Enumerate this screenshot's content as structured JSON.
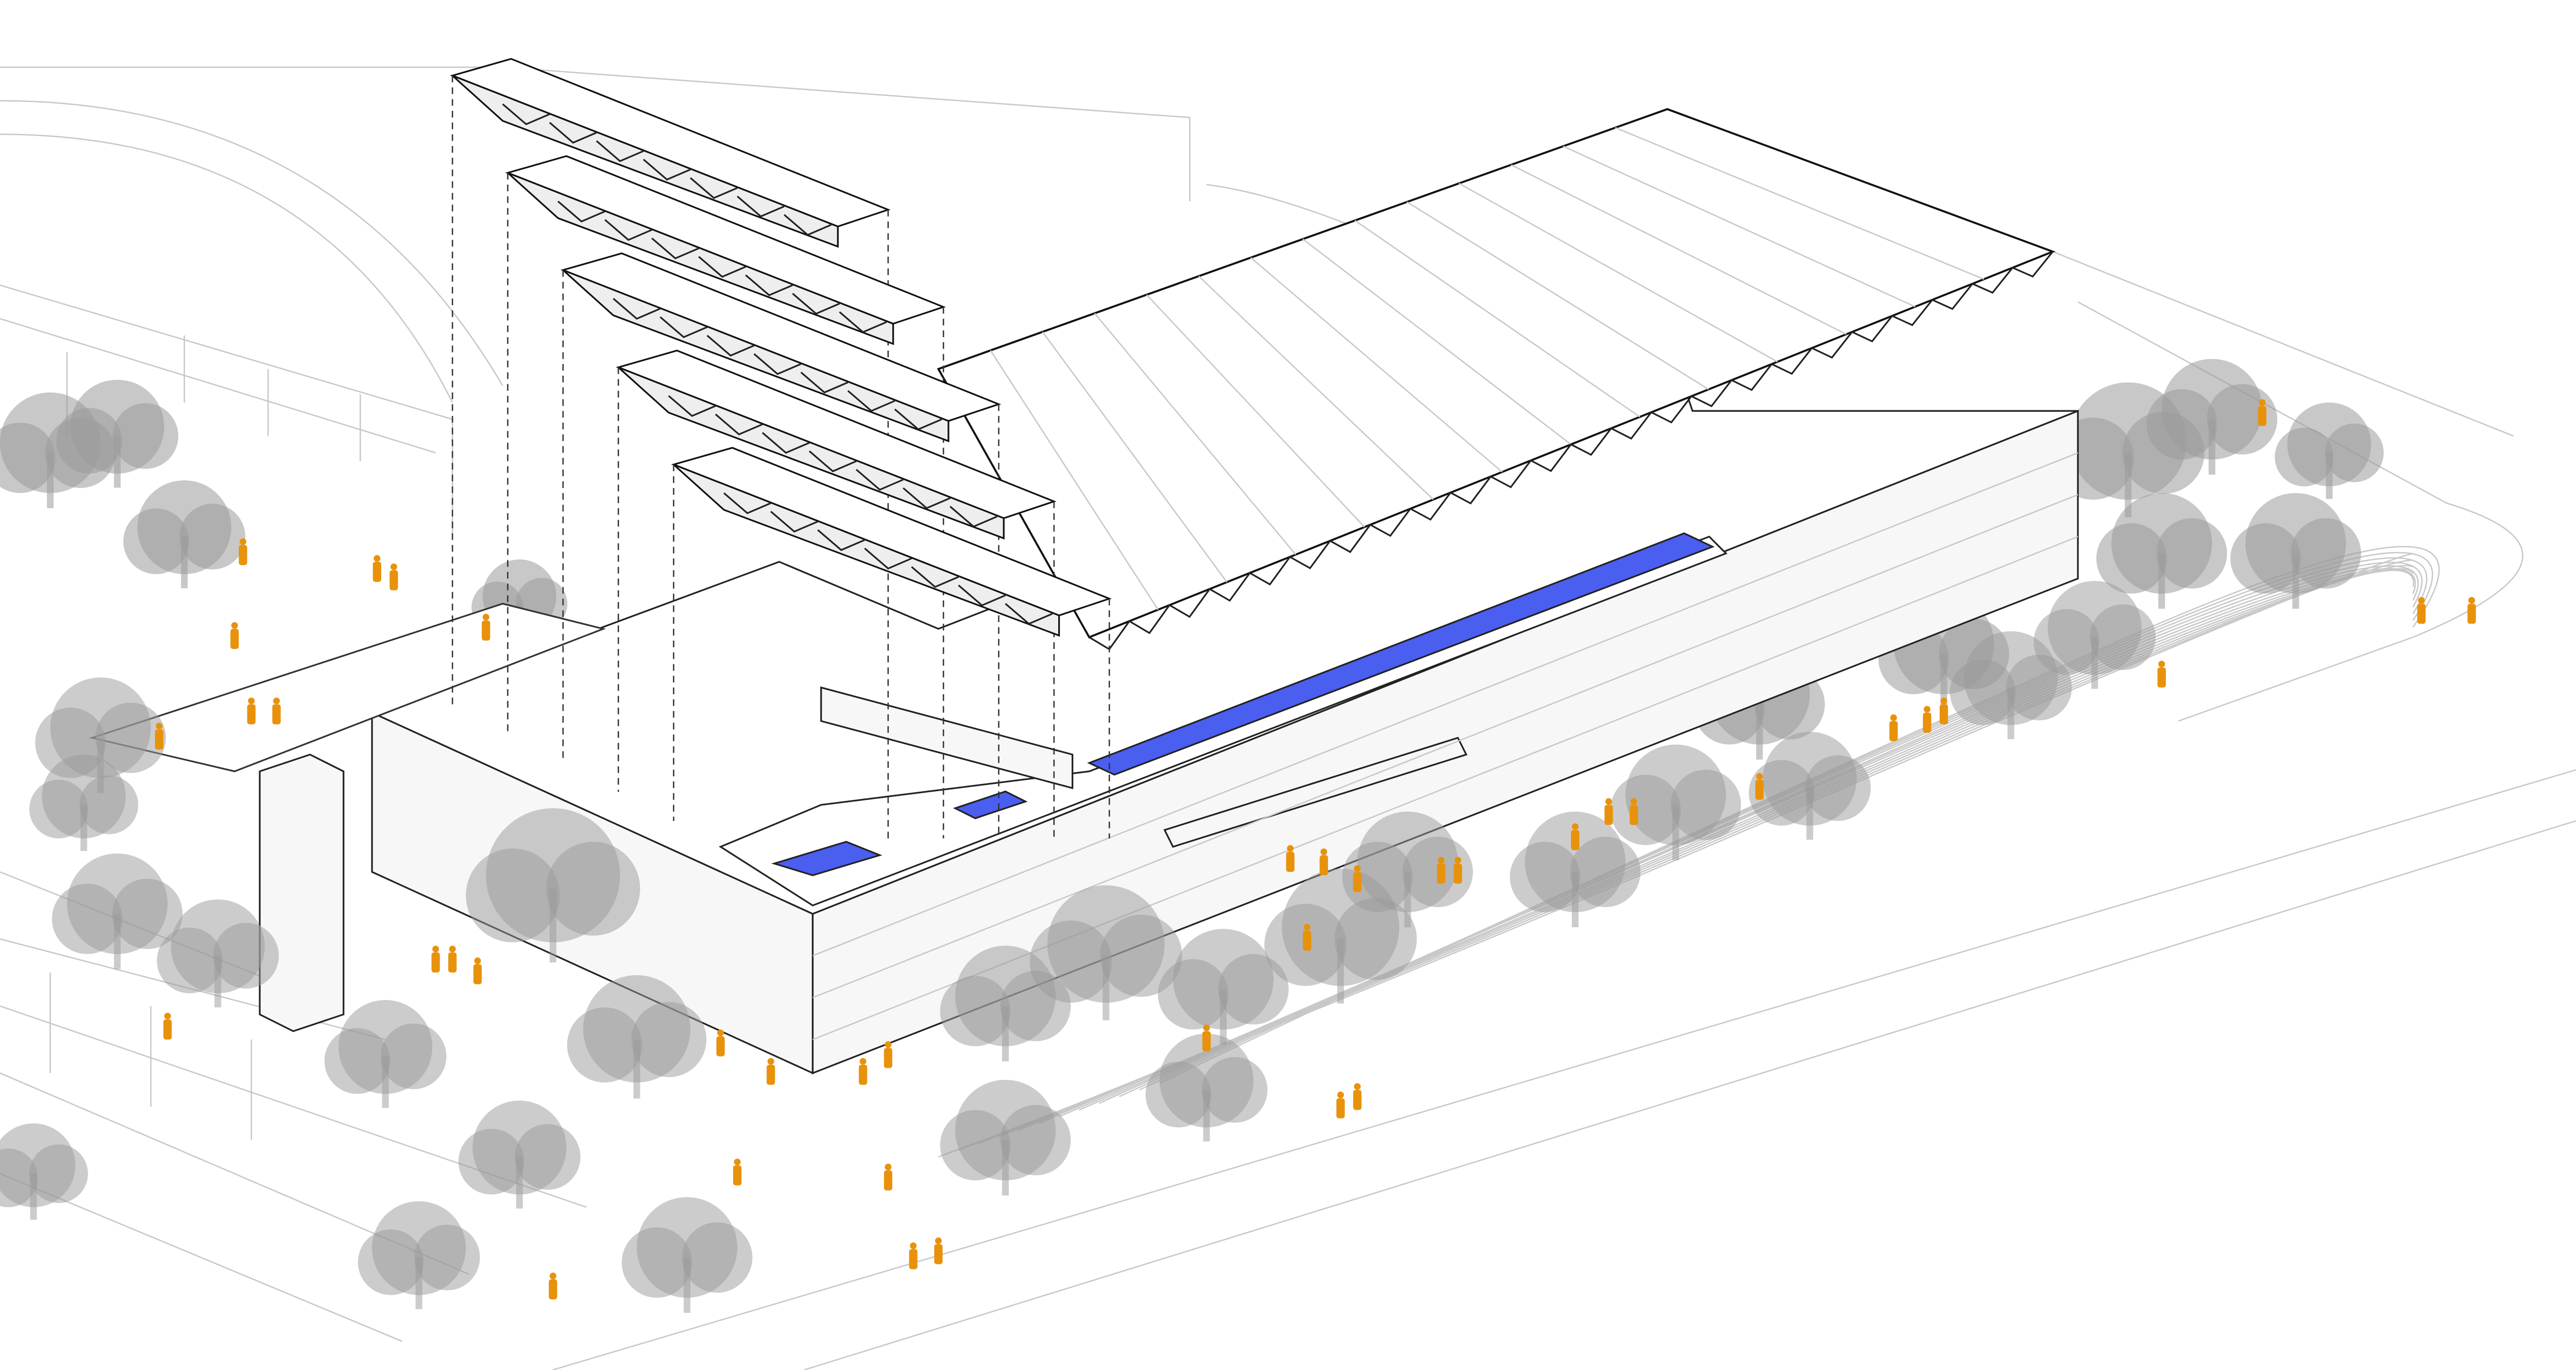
{
  "diagram": {
    "type": "axonometric architectural drawing",
    "colors": {
      "background": "#ffffff",
      "linework": "#222222",
      "context_lines": "#c8c8c8",
      "trees": "#9a9a9a",
      "people": "#e8920c",
      "pool": "#4a5ef0"
    },
    "elements": [
      "exploded-roof-trusses",
      "main-building",
      "courtyard-pools",
      "trees",
      "people",
      "context-buildings",
      "terrain-contours"
    ]
  }
}
